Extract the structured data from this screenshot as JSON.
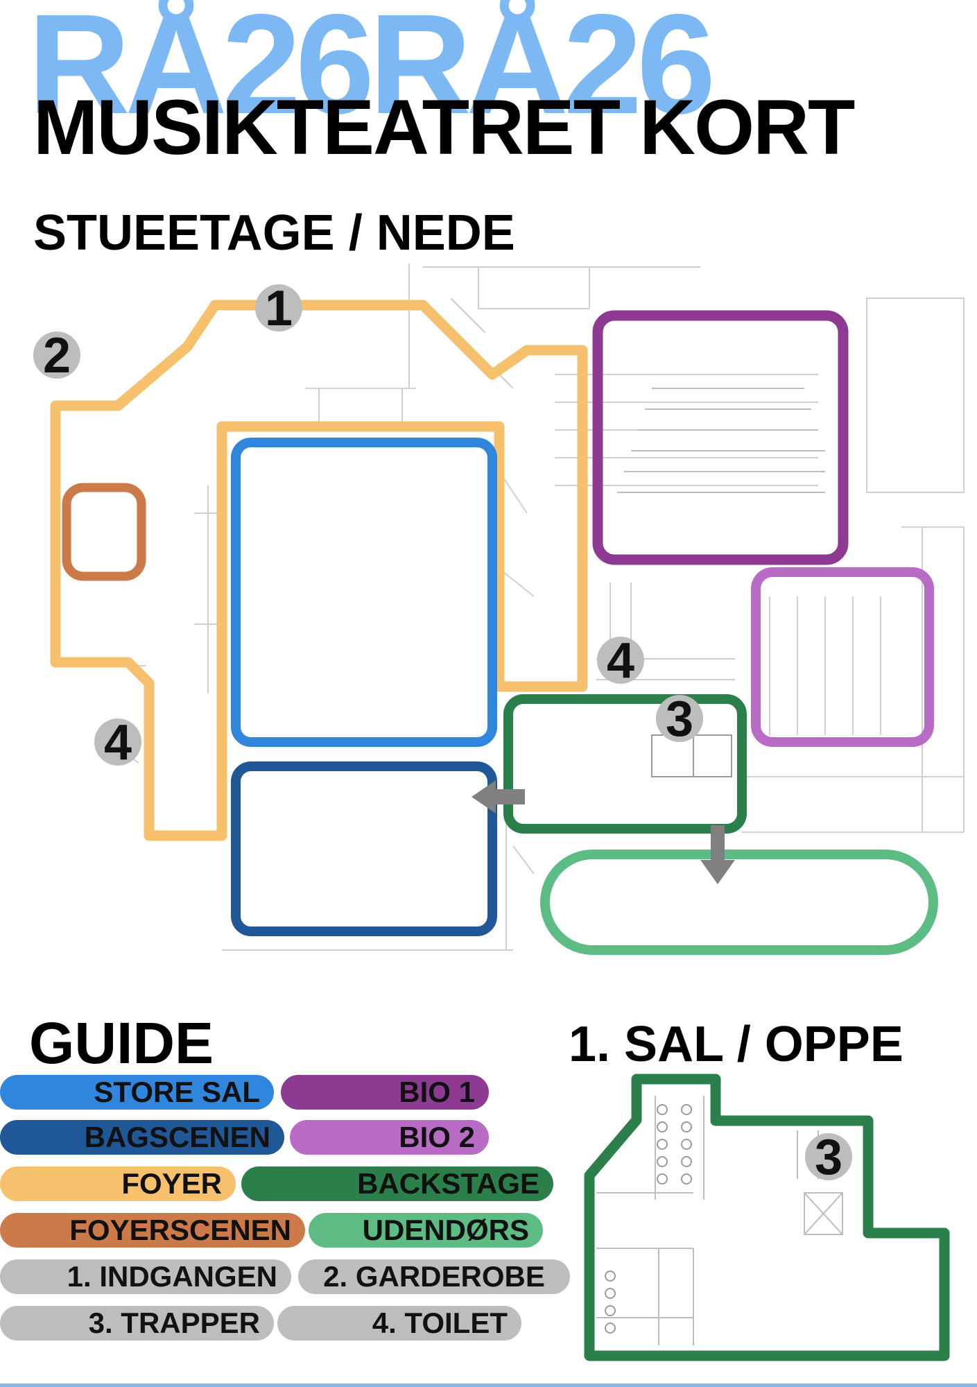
{
  "header": {
    "background_word": "RÅ26RÅ26",
    "title": "MUSIKTEATRET KORT",
    "ground_floor": "STUEETAGE / NEDE",
    "first_floor": "1. SAL / OPPE",
    "guide": "GUIDE"
  },
  "map_markers": {
    "entrance": "1",
    "wardrobe": "2",
    "toilet_left": "4",
    "toilet_middle": "4",
    "stairs_ground": "3",
    "stairs_upper": "3"
  },
  "legend": [
    {
      "label": "STORE SAL",
      "color": "#2f86dc"
    },
    {
      "label": "BIO 1",
      "color": "#8e3a92"
    },
    {
      "label": "BAGSCENEN",
      "color": "#1f5797"
    },
    {
      "label": "BIO 2",
      "color": "#b86cc6"
    },
    {
      "label": "FOYER",
      "color": "#f6c06c"
    },
    {
      "label": "BACKSTAGE",
      "color": "#2b7f4a"
    },
    {
      "label": "FOYERSCENEN",
      "color": "#cc7a4a"
    },
    {
      "label": "UDENDØRS",
      "color": "#5dbb84"
    },
    {
      "label": "1. INDGANGEN",
      "color": "#bdbdbd"
    },
    {
      "label": "2. GARDEROBE",
      "color": "#bdbdbd"
    },
    {
      "label": "3. TRAPPER",
      "color": "#bdbdbd"
    },
    {
      "label": "4. TOILET",
      "color": "#bdbdbd"
    }
  ]
}
